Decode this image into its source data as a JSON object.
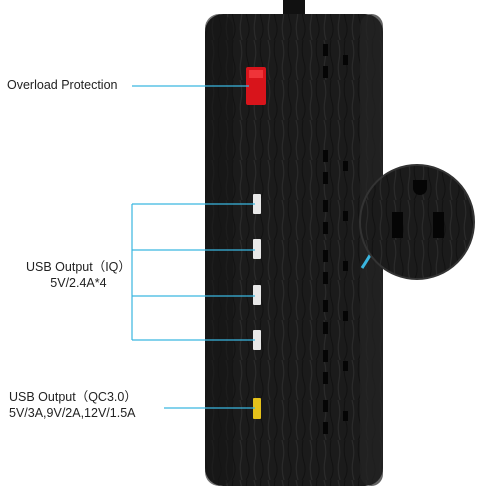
{
  "annotations": {
    "overload": {
      "text": "Overload Protection"
    },
    "usb_iq": {
      "line1": "USB Output（IQ）",
      "line2": "5V/2.4A*4"
    },
    "usb_qc": {
      "line1": "USB Output（QC3.0）",
      "line2": "5V/3A,9V/2A,12V/1.5A"
    }
  },
  "colors": {
    "strip_body": "#1b1b1b",
    "callout_line": "#3ab6e0",
    "switch": "#d8141b",
    "qc_port": "#e6c21a",
    "iq_port": "#e8e8e8"
  },
  "icons": [
    "power-strip-image",
    "outlet-zoom-icon",
    "overload-switch-icon",
    "usb-port-icon",
    "ac-outlet-icon"
  ]
}
